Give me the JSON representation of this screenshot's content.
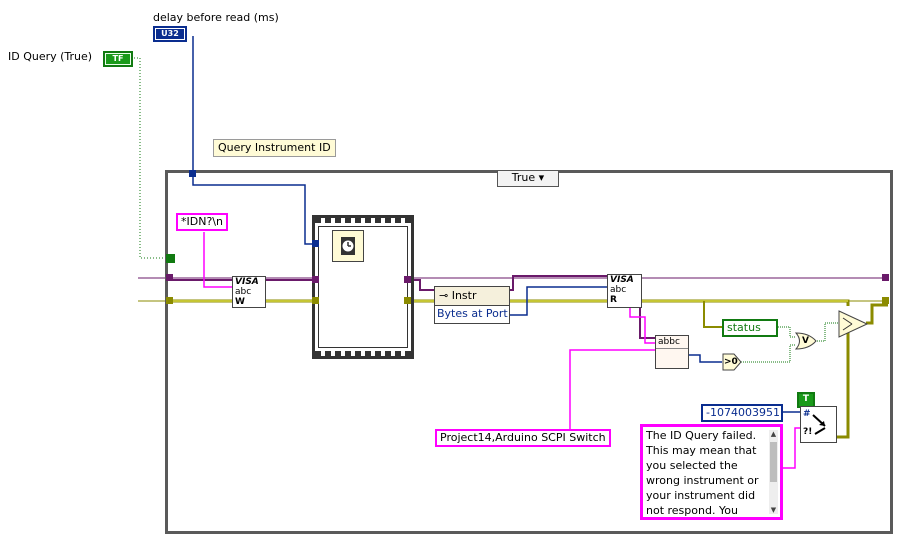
{
  "labels": {
    "id_query": "ID Query (True)",
    "delay": "delay before read (ms)",
    "tip_strip": "Query Instrument ID"
  },
  "terminals": {
    "bool_tf": "TF",
    "u32": "U32"
  },
  "case_structure": {
    "selector": "True",
    "selector_arrow": "▾"
  },
  "constants": {
    "idn_command": "*IDN?\\n",
    "expected_id": "Project14,Arduino SCPI Switch",
    "error_code": "-1074003951",
    "true_const": "T"
  },
  "nodes": {
    "visa_write_title": "VISA",
    "visa_write_sub": "abc",
    "visa_write_mode": "W",
    "visa_read_title": "VISA",
    "visa_read_sub": "abc",
    "visa_read_mode": "R",
    "property_class": "Instr",
    "property_item": "Bytes at Port",
    "status_indicator": "status",
    "match_node_text": "abbc",
    "compare_gt0": ">0",
    "or_gate": "V",
    "error_node_hash": "#",
    "error_node_q": "?!"
  },
  "description_box": {
    "text": "The ID Query failed. This may mean that you selected the wrong instrument or your instrument did not respond.  You may"
  },
  "colors": {
    "error_wire": "#8b8b00",
    "visa_wire": "#6a1a6a",
    "numeric_wire": "#0a2d8f",
    "boolean_wire": "#117a11",
    "string_wire": "#ff00ff"
  }
}
